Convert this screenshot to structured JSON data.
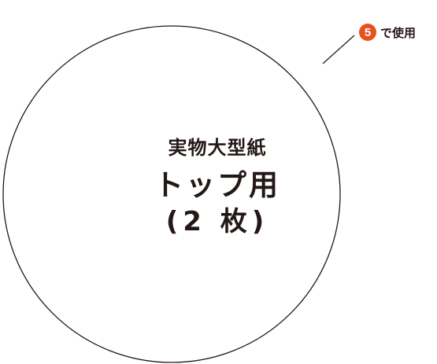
{
  "pattern": {
    "title": "実物大型紙",
    "subtitle": "トップ用",
    "quantity": "(2 枚)"
  },
  "callout": {
    "step_number": "5",
    "text": "で使用"
  },
  "colors": {
    "outline": "#231815",
    "text": "#231815",
    "badge": "#e8501e",
    "background": "#ffffff"
  }
}
